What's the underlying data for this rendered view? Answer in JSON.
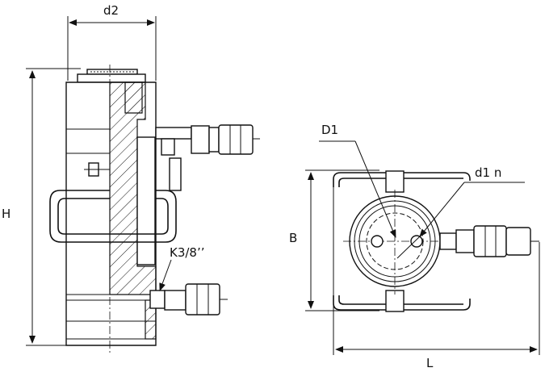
{
  "labels": {
    "d2": "d2",
    "H": "H",
    "K": "K3/8’’",
    "D1": "D1",
    "d1n": "d1 n",
    "B": "B",
    "L": "L"
  }
}
